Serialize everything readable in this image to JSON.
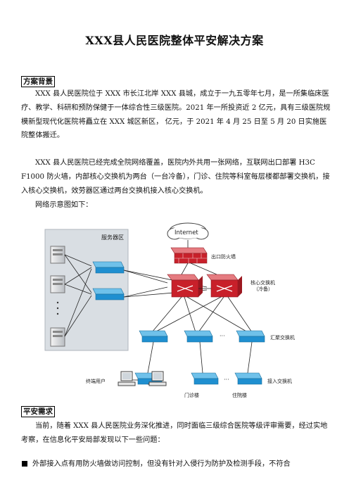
{
  "doc": {
    "title": "XXX县人民医院整体平安解决方案",
    "sections": [
      {
        "heading": "方案背景",
        "paragraphs": [
          "XXX 县人民医院位于 XXX 市长江北岸 XXX 县城，成立于一九五零年七月，是一所集临床医疗、教学、科研和预防保健于一体综合性三级医院。2021 年一所投资近 2 亿元，具有三级医院规模新型现代化医院将矗立在 XXX 城区新区， 亿元，于 2021 年 4 月 25 日至 5 月 20 日实施医院整体搬迁。",
          "XXX 县人民医院已经完成全院网络覆盖，医院内外共用一张网络，互联网出口部署 H3C F1000 防火墙，内部核心交换机为两台（一台冷备），门诊、住院等科室每层楼都部署交换机，接入核心交换机，效劳器区通过两台交换机接入核心交换机。",
          "网络示意图如下："
        ]
      },
      {
        "heading": "平安需求",
        "paragraphs": [
          "当前，随着 XXX 县人民医院业务深化推进，同时面临三级综合医院等级评审需要，经过实地考察，在信息化平安局部发现以下一些问题："
        ],
        "bullets": [
          "外部接入点有用防火墙做访问控制，但没有针对入侵行为防护及检测手段，不符合"
        ]
      }
    ]
  },
  "diagram": {
    "server_area": "服务器区",
    "internet": "Internet",
    "firewall": "出口防火墙",
    "core_switch": "核心交换机",
    "core_note": "（冷备）",
    "aggregation": "汇聚交换机",
    "access": "接入交换机",
    "terminal_user": "终端用户",
    "outpatient": "门诊楼",
    "inpatient": "住院楼",
    "ellipsis": "···"
  },
  "colors": {
    "switch_blue": "#1f8fd0",
    "core_red": "#c8202a",
    "panel_gray": "#d9dee3"
  }
}
